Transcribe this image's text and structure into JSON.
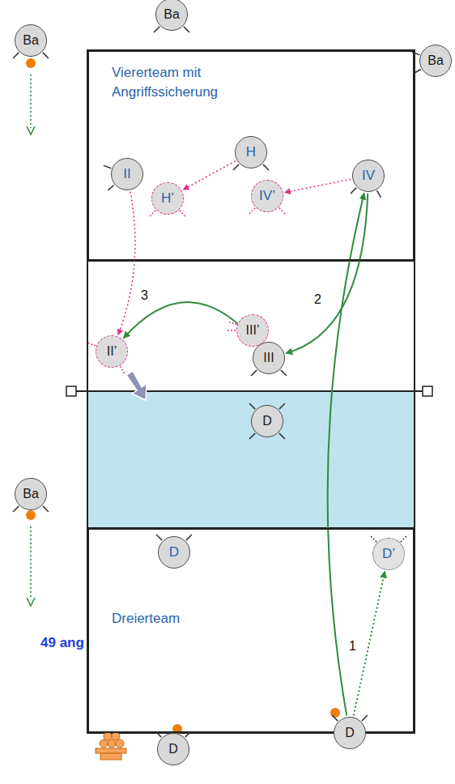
{
  "diagram": {
    "nodes": [
      {
        "text": [
          "Viererteam mit Angriffssicherung"
        ]
      },
      {
        "text": [
          "Ba"
        ]
      },
      {
        "text": [
          "Ba"
        ]
      },
      {
        "text": [
          "Ba"
        ]
      },
      {
        "text": [
          "H"
        ],
        "in": 0
      },
      {
        "text": [
          "II"
        ],
        "in": 0
      },
      {
        "text": [
          "H’"
        ],
        "in": 0
      },
      {
        "text": [
          "IV’"
        ],
        "in": 0
      },
      {
        "text": [
          "IV"
        ],
        "in": 0
      },
      {
        "text": [
          "III’"
        ]
      },
      {
        "text": [
          "III"
        ]
      },
      {
        "text": [
          "II’"
        ]
      },
      {
        "text": [
          "D"
        ]
      },
      {
        "text": [
          "Ba"
        ]
      },
      {
        "text": [
          "Dreierteam"
        ]
      },
      {
        "text": [
          "D"
        ],
        "in": 14
      },
      {
        "text": [
          "D’"
        ],
        "in": 14
      },
      {
        "text": [
          "D"
        ]
      },
      {
        "text": [
          "D"
        ]
      }
    ],
    "edges": [
      {
        "from": 17,
        "to": 8,
        "arrow": "to"
      },
      {
        "from": 8,
        "to": 10,
        "arrow": "to"
      },
      {
        "from": 10,
        "to": 11,
        "arrow": "to"
      },
      {
        "from": 4,
        "to": 6,
        "arrow": "to"
      },
      {
        "from": 8,
        "to": 7,
        "arrow": "to"
      },
      {
        "from": 10,
        "to": 9,
        "arrow": "to"
      },
      {
        "from": 5,
        "to": 11,
        "arrow": "to"
      },
      {
        "from": 17,
        "to": 16,
        "arrow": "to"
      }
    ],
    "labels": [
      "1",
      "2",
      "3",
      "49 ang"
    ]
  }
}
